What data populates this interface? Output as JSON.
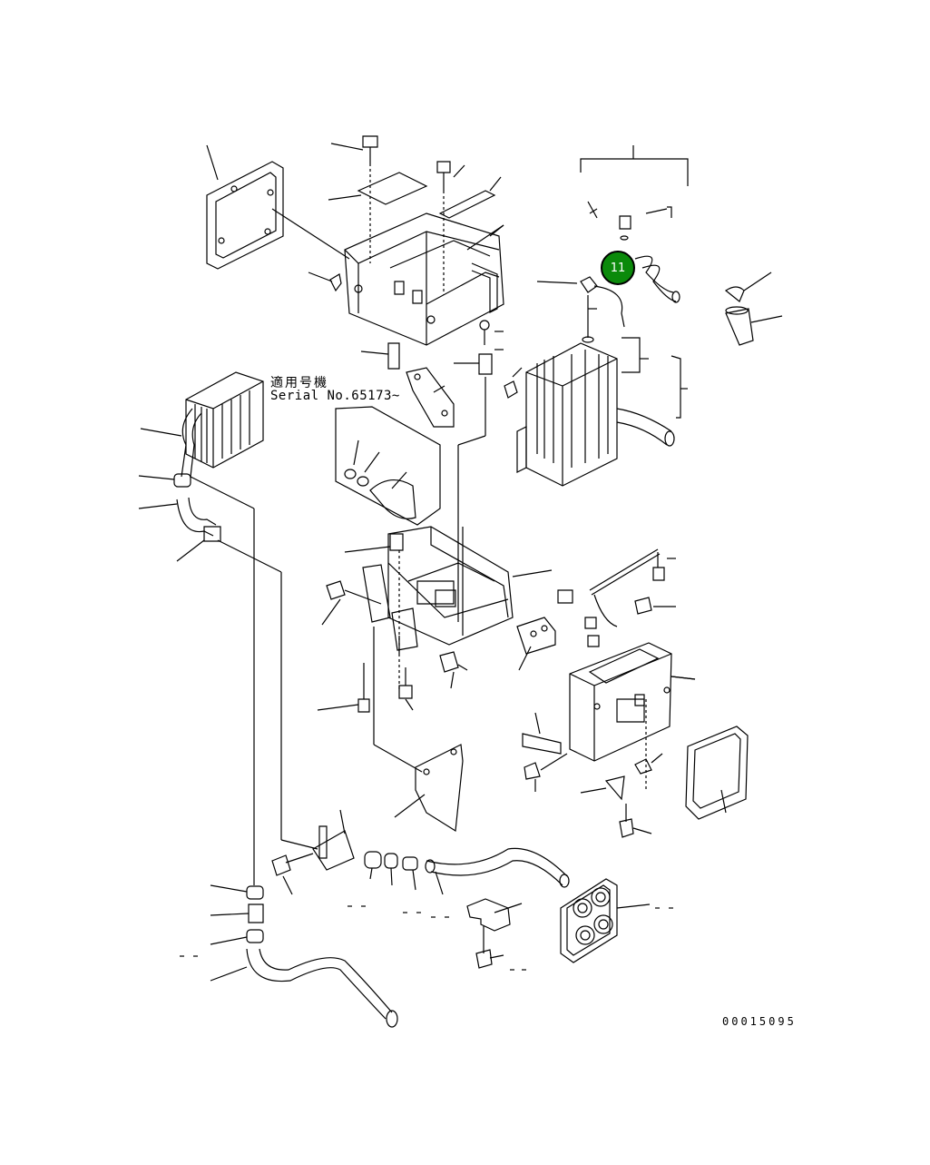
{
  "diagram": {
    "serial_label_jp": "適用号機",
    "serial_label_en": "Serial No.65173~",
    "drawing_number": "00015095",
    "highlight_callout": {
      "number": "11",
      "color": "#0b8a0b"
    }
  }
}
